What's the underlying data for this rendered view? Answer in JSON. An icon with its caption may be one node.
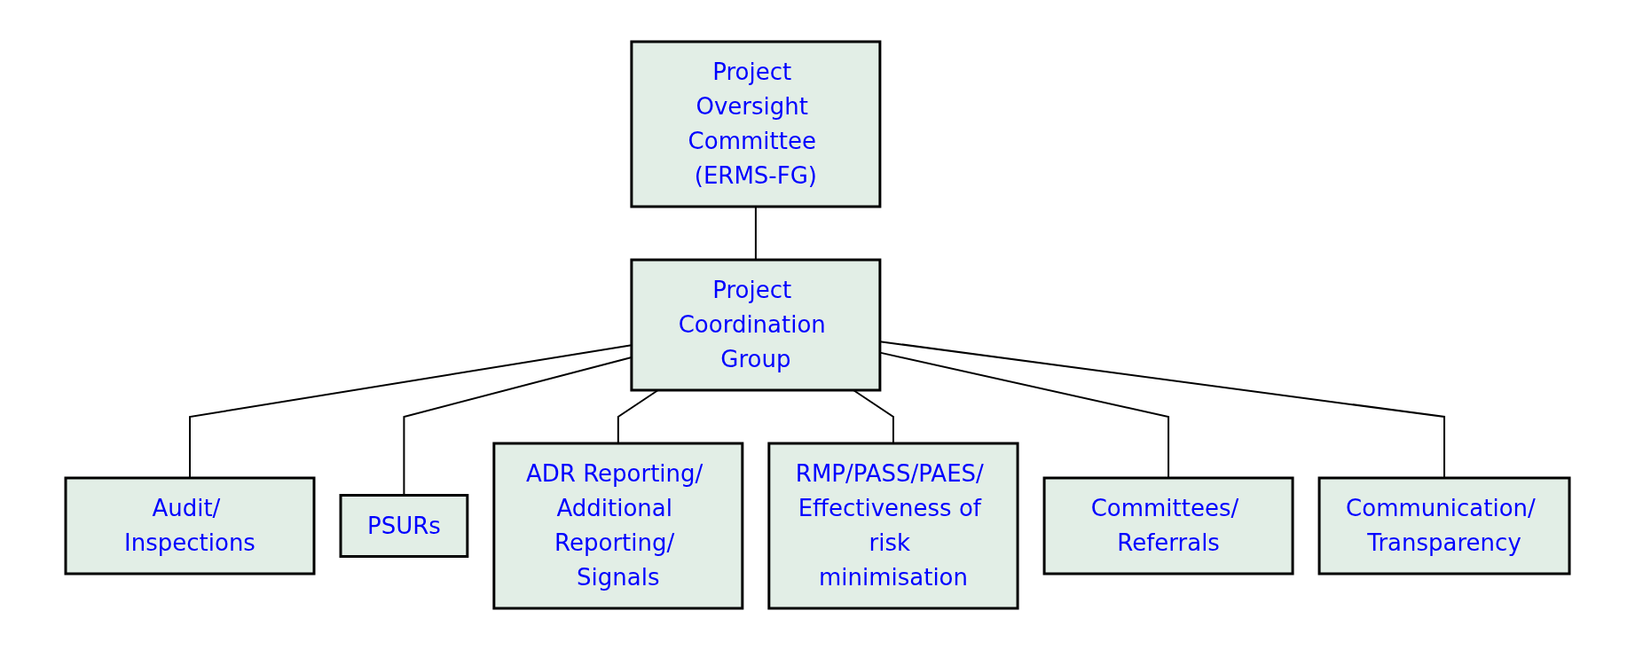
{
  "diagram": {
    "nodes": [
      {
        "text": [
          "Project Oversight Committee (ERMS-FG)"
        ]
      },
      {
        "text": [
          "Project Coordination Group"
        ]
      },
      {
        "text": [
          "Audit/ Inspections"
        ]
      },
      {
        "text": [
          "PSURs"
        ]
      },
      {
        "text": [
          "ADR Reporting/ Additional Reporting/ Signals"
        ]
      },
      {
        "text": [
          "RMP/PASS/PAES/ Effectiveness of risk minimisation"
        ]
      },
      {
        "text": [
          "Committees/ Referrals"
        ]
      },
      {
        "text": [
          "Communication/ Transparency"
        ]
      }
    ],
    "edges": [
      {
        "from": 0,
        "to": 1,
        "arrow": "none"
      },
      {
        "from": 1,
        "to": 2,
        "arrow": "none"
      },
      {
        "from": 1,
        "to": 3,
        "arrow": "none"
      },
      {
        "from": 1,
        "to": 4,
        "arrow": "none"
      },
      {
        "from": 1,
        "to": 5,
        "arrow": "none"
      },
      {
        "from": 1,
        "to": 6,
        "arrow": "none"
      },
      {
        "from": 1,
        "to": 7,
        "arrow": "none"
      }
    ]
  }
}
